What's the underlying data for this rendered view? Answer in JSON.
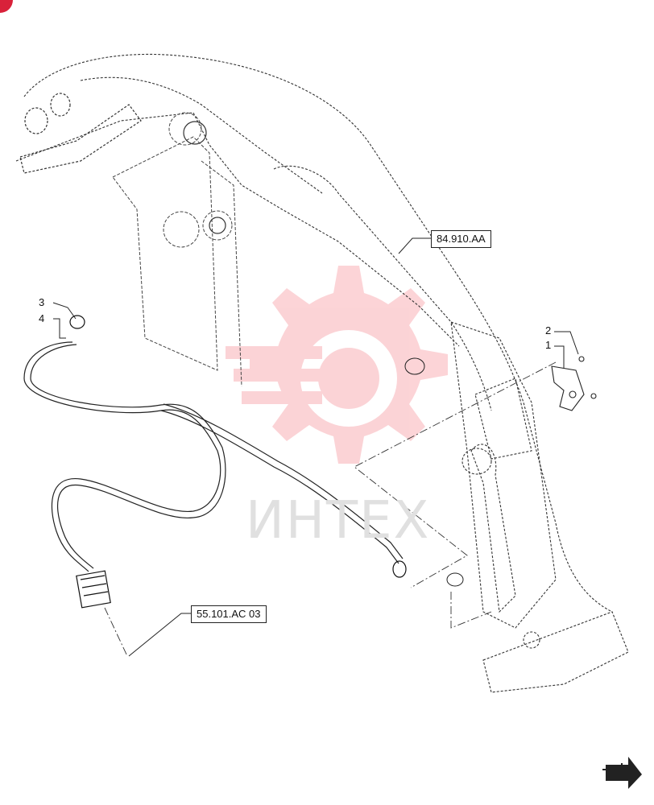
{
  "references": {
    "upper": "84.910.AA",
    "lower": "55.101.AC 03"
  },
  "callouts": {
    "item_1": "1",
    "item_2": "2",
    "item_3": "3",
    "item_4": "4"
  },
  "watermark": {
    "text": "ИНТЕХ",
    "color": "#f03c4a"
  },
  "icons": {
    "navigation": "next-page-arrow-icon",
    "corner": "brand-corner-mark-icon"
  }
}
